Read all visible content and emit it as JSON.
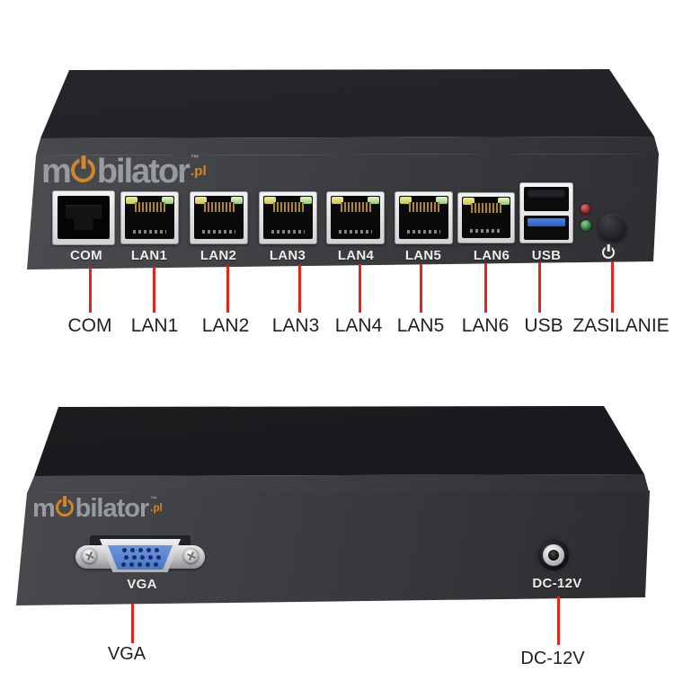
{
  "colors": {
    "annotation_red": "#e62417",
    "brand_orange": "#d2862a",
    "usb3_blue": "#3a6fd6",
    "vga_blue": "#5d8ad8",
    "lan_led_yellow": "#e8e07a",
    "lan_led_green": "#a5d985",
    "status_led_red": "#b32025",
    "status_led_green": "#2f7d36",
    "chassis_dark": "#2e2f32"
  },
  "brand": {
    "prefix": "m",
    "suffix": "bilator",
    "tm": "™",
    "tld": ".pl"
  },
  "rear_view": {
    "panel_labels": {
      "com": "COM",
      "lan1": "LAN1",
      "lan2": "LAN2",
      "lan3": "LAN3",
      "lan4": "LAN4",
      "lan5": "LAN5",
      "lan6": "LAN6",
      "usb": "USB"
    },
    "annotations": {
      "com": "COM",
      "lan1": "LAN1",
      "lan2": "LAN2",
      "lan3": "LAN3",
      "lan4": "LAN4",
      "lan5": "LAN5",
      "lan6": "LAN6",
      "usb": "USB",
      "power": "ZASILANIE"
    }
  },
  "front_view": {
    "panel_labels": {
      "vga": "VGA",
      "dc_power": "DC-12V"
    },
    "annotations": {
      "vga": "VGA",
      "dc_power": "DC-12V"
    }
  }
}
